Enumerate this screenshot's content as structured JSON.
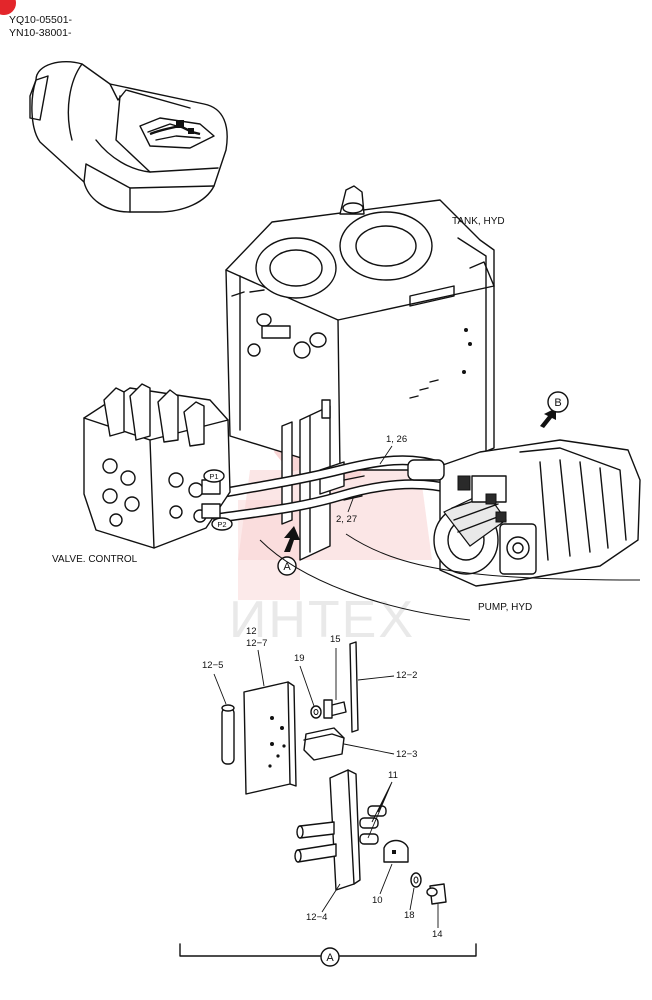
{
  "header": {
    "serial_line_1": "YQ10-05501-",
    "serial_line_2": "YN10-38001-"
  },
  "watermark": {
    "text": "ИНТЕХ",
    "color": "#e83b3b"
  },
  "colors": {
    "ink": "#111111",
    "corner_badge": "#e3262b",
    "watermark": "#f3b6b6"
  },
  "labels": {
    "tank": "TANK, HYD",
    "valve": "VALVE. CONTROL",
    "pump": "PUMP, HYD",
    "port_p1": "P1",
    "port_p2": "P2",
    "callout_a": "A",
    "callout_b": "B",
    "section_a": "A"
  },
  "parts": {
    "p1_26": "1, 26",
    "p2_27": "2, 27",
    "p12": "12",
    "p12_7": "12−7",
    "p12_5": "12−5",
    "p19": "19",
    "p15": "15",
    "p12_2": "12−2",
    "p12_3": "12−3",
    "p11": "11",
    "p12_4": "12−4",
    "p10": "10",
    "p18": "18",
    "p14": "14"
  }
}
